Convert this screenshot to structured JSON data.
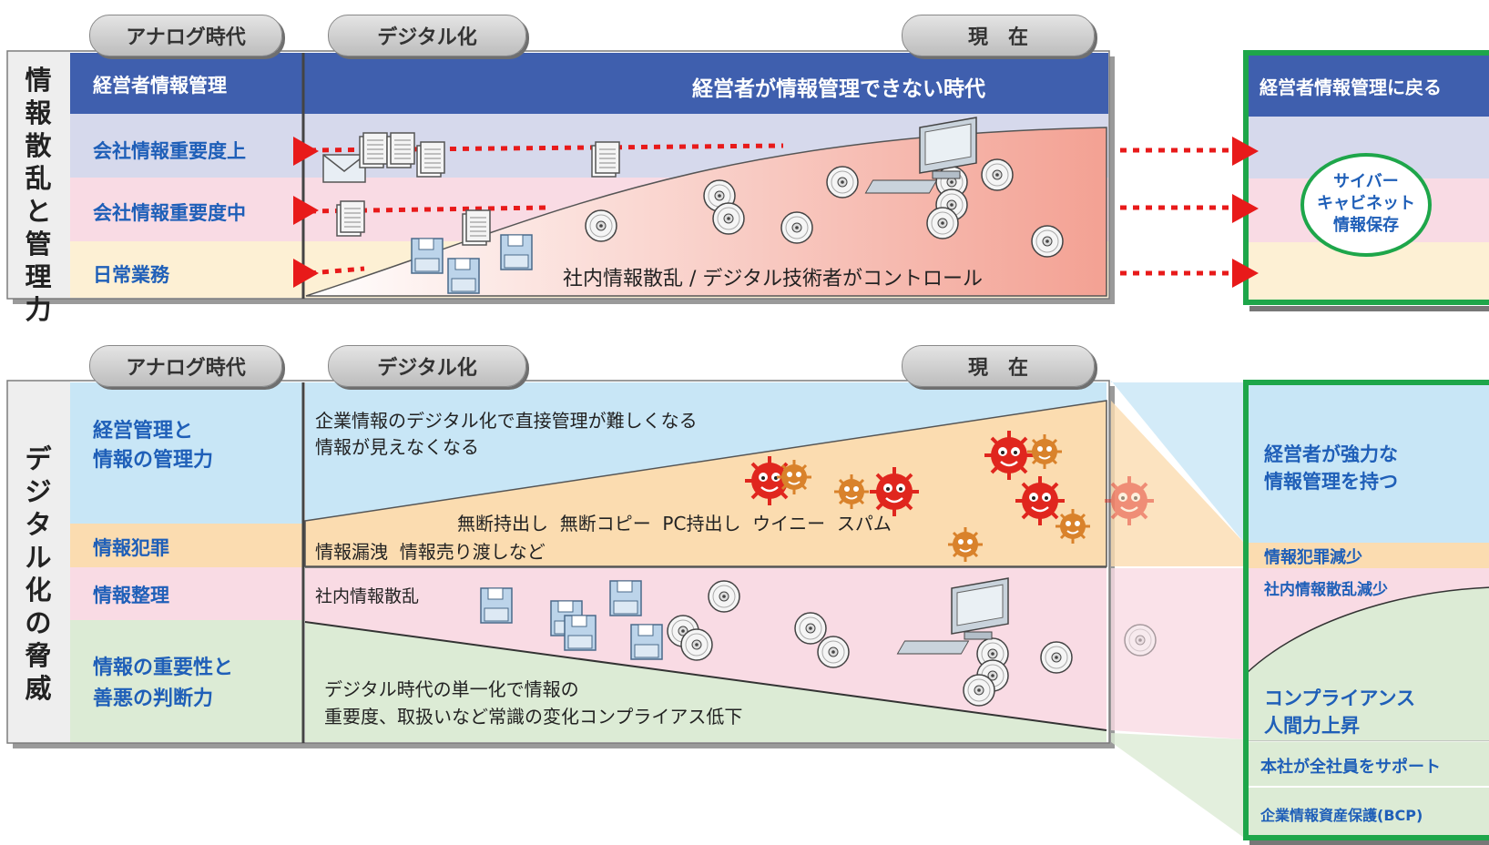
{
  "top": {
    "eras": {
      "analog": "アナログ時代",
      "digital": "デジタル化",
      "present": "現　在"
    },
    "side_title": [
      "情",
      "報",
      "散",
      "乱",
      "と",
      "管",
      "理",
      "力"
    ],
    "rows": {
      "header": "経営者情報管理",
      "high": "会社情報重要度上",
      "mid": "会社情報重要度中",
      "daily": "日常業務"
    },
    "banner": "経営者が情報管理できない時代",
    "scatter_text": "社内情報散乱 / デジタル技術者がコントロール",
    "result": {
      "header": "経営者情報管理に戻る",
      "badge_lines": [
        "サイバー",
        "キャビネット",
        "情報保存"
      ]
    }
  },
  "bottom": {
    "eras": {
      "analog": "アナログ時代",
      "digital": "デジタル化",
      "present": "現　在"
    },
    "side_title": [
      "デ",
      "ジ",
      "タ",
      "ル",
      "化",
      "の",
      "脅",
      "威"
    ],
    "rows": {
      "mgmt": [
        "経営管理と",
        "情報の管理力"
      ],
      "crime": "情報犯罪",
      "org": "情報整理",
      "judge": [
        "情報の重要性と",
        "善悪の判断力"
      ]
    },
    "texts": {
      "difficult": [
        "企業情報のデジタル化で直接管理が難しくなる",
        "情報が見えなくなる"
      ],
      "threats": "無断持出し  無断コピー  PC持出し  ウイニー  スパム",
      "leak": "情報漏洩  情報売り渡しなど",
      "scatter": "社内情報散乱",
      "compliance": [
        "デジタル時代の単一化で情報の",
        "重要度、取扱いなど常識の変化コンプライアス低下"
      ]
    },
    "result": {
      "strong": [
        "経営者が強力な",
        "情報管理を持つ"
      ],
      "crime_down": "情報犯罪減少",
      "scatter_down": "社内情報散乱減少",
      "compliance_up": [
        "コンプライアンス",
        "人間力上昇"
      ],
      "support": "本社が全社員をサポート",
      "bcp": "企業情報資産保護(BCP)"
    }
  },
  "colors": {
    "header_blue": "#3f5fae",
    "row_lavender": "#d6d9ec",
    "row_pink": "#f9dbe4",
    "row_cream": "#fdf0d4",
    "light_blue": "#c8e6f6",
    "orange": "#fbdcb0",
    "green_row": "#dcebd5",
    "result_border": "#1ea64a",
    "arrow_red": "#e81a1a"
  },
  "icons": [
    "document-stack-icon",
    "envelope-icon",
    "floppy-disk-icon",
    "cd-disc-icon",
    "computer-icon",
    "virus-icon",
    "arrow-right-icon"
  ]
}
